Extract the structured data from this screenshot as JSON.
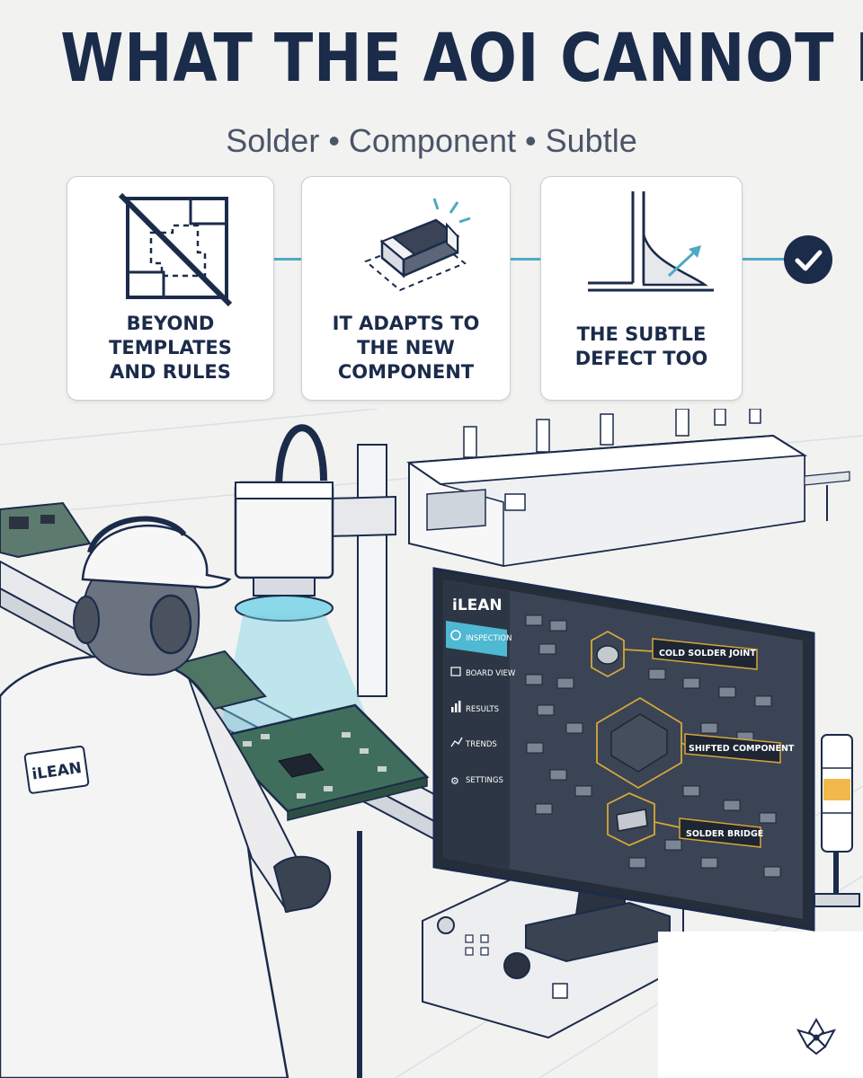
{
  "headline": "WHAT THE AOI CANNOT LEARN",
  "subline": "Solder • Component • Subtle",
  "cards": [
    {
      "label": "BEYOND\nTEMPLATES\nAND RULES",
      "icon": "template-crossed-icon"
    },
    {
      "label": "IT ADAPTS TO\nTHE NEW\nCOMPONENT",
      "icon": "chip-component-icon"
    },
    {
      "label": "THE SUBTLE\nDEFECT TOO",
      "icon": "solder-joint-icon"
    }
  ],
  "check_icon": "checkmark-icon",
  "operator": {
    "badge": "iLEAN"
  },
  "monitor": {
    "brand": "iLEAN",
    "menu": [
      {
        "label": "INSPECTION",
        "icon": "search-icon",
        "active": true
      },
      {
        "label": "BOARD VIEW",
        "icon": "board-icon",
        "active": false
      },
      {
        "label": "RESULTS",
        "icon": "bar-chart-icon",
        "active": false
      },
      {
        "label": "TRENDS",
        "icon": "trend-line-icon",
        "active": false
      },
      {
        "label": "SETTINGS",
        "icon": "gear-icon",
        "active": false
      }
    ],
    "defects": [
      "COLD SOLDER JOINT",
      "SHIFTED COMPONENT",
      "SOLDER BRIDGE"
    ]
  },
  "colors": {
    "navy": "#1b2b4a",
    "accent": "#4fa9c6",
    "menu_active": "#4fb8d2",
    "defect_outline": "#d8a63a",
    "beam": "#7fd3e6"
  },
  "corner_logo": "ilean-flower-logo-icon"
}
